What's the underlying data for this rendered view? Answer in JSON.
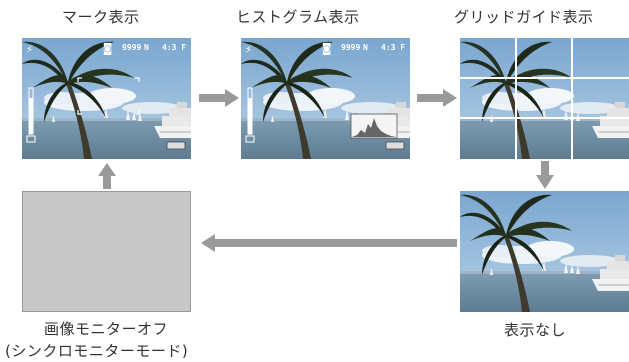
{
  "labels": {
    "mark_display": "マーク表示",
    "histogram_display": "ヒストグラム表示",
    "grid_guide_display": "グリッドガイド表示",
    "no_display": "表示なし",
    "monitor_off_line1": "画像モニターオフ",
    "monitor_off_line2": "(シンクロモニターモード)"
  },
  "osd": {
    "shots_left": "9999",
    "quality": "N",
    "aspect": "4:3 F"
  },
  "colors": {
    "sky": "#8fb8dc",
    "sea": "#6e8fa6",
    "arrow": "#9a9a9a",
    "monitor_off": "#c8c8c8",
    "grid": "#ffffff"
  }
}
